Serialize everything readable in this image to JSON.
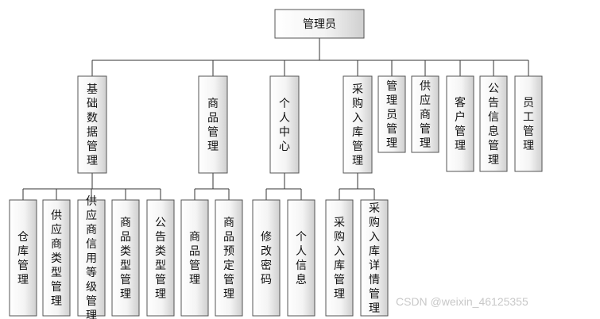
{
  "root": {
    "label": "管理员"
  },
  "level1": [
    {
      "id": "jichu",
      "label": "基础数据管理"
    },
    {
      "id": "shangpin",
      "label": "商品管理"
    },
    {
      "id": "geren",
      "label": "个人中心"
    },
    {
      "id": "caigou",
      "label": "采购入库管理"
    },
    {
      "id": "guanliyuan",
      "label": "管理员管理"
    },
    {
      "id": "gongyingshang",
      "label": "供应商管理"
    },
    {
      "id": "kehu",
      "label": "客户管理"
    },
    {
      "id": "gonggao",
      "label": "公告信息管理"
    },
    {
      "id": "yuangong",
      "label": "员工管理"
    }
  ],
  "level2": [
    {
      "parent": "jichu",
      "label": "仓库管理"
    },
    {
      "parent": "jichu",
      "label": "供应商类型管理"
    },
    {
      "parent": "jichu",
      "label": "供应商信用等级管理"
    },
    {
      "parent": "jichu",
      "label": "商品类型管理"
    },
    {
      "parent": "jichu",
      "label": "公告类型管理"
    },
    {
      "parent": "shangpin",
      "label": "商品管理"
    },
    {
      "parent": "shangpin",
      "label": "商品预定管理"
    },
    {
      "parent": "geren",
      "label": "修改密码"
    },
    {
      "parent": "geren",
      "label": "个人信息"
    },
    {
      "parent": "caigou",
      "label": "采购入库管理"
    },
    {
      "parent": "caigou",
      "label": "采购入库详情管理"
    }
  ],
  "watermark": "CSDN @weixin_46125355"
}
